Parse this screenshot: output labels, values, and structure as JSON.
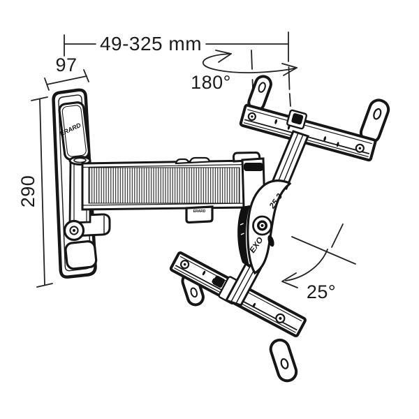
{
  "annotations": {
    "extension_range": "49-325 mm",
    "plate_depth": "97",
    "plate_height": "290",
    "swivel_angle": "180°",
    "tilt_angle": "25°"
  },
  "branding": {
    "plate_logo": "ERARD",
    "arm_label": "ERARD",
    "hinge_series": "EXO",
    "hinge_model": "25-3"
  },
  "colors": {
    "line": "#161616",
    "background": "#ffffff",
    "hinge_side_fill": "#111111"
  }
}
